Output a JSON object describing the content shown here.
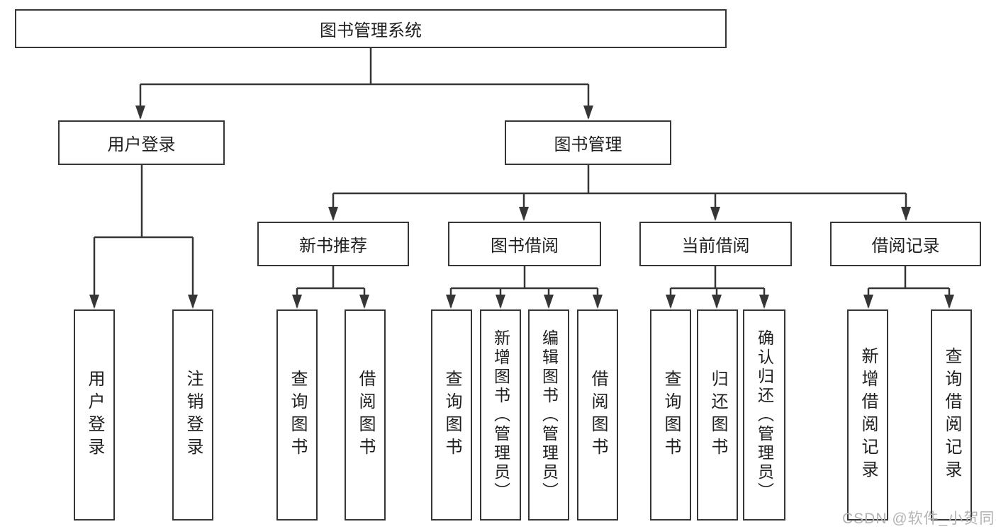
{
  "diagram_title": "图书管理系统",
  "watermark": "CSDN @软件_小贺同学",
  "colors": {
    "line": "#363636",
    "text": "#1f1f1f",
    "watermark": "#b3b3b3",
    "background": "#ffffff"
  },
  "tree": {
    "root": {
      "label": "图书管理系统"
    },
    "branches": [
      {
        "label": "用户登录",
        "children": [
          {
            "label": "用户登录"
          },
          {
            "label": "注销登录"
          }
        ]
      },
      {
        "label": "图书管理",
        "children": [
          {
            "label": "新书推荐",
            "children": [
              {
                "label": "查询图书"
              },
              {
                "label": "借阅图书"
              }
            ]
          },
          {
            "label": "图书借阅",
            "children": [
              {
                "label": "查询图书"
              },
              {
                "label": "新增图书（管理员）"
              },
              {
                "label": "编辑图书（管理员）"
              },
              {
                "label": "借阅图书"
              }
            ]
          },
          {
            "label": "当前借阅",
            "children": [
              {
                "label": "查询图书"
              },
              {
                "label": "归还图书"
              },
              {
                "label": "确认归还（管理员）"
              }
            ]
          },
          {
            "label": "借阅记录",
            "children": [
              {
                "label": "新增借阅记录"
              },
              {
                "label": "查询借阅记录"
              }
            ]
          }
        ]
      }
    ]
  }
}
